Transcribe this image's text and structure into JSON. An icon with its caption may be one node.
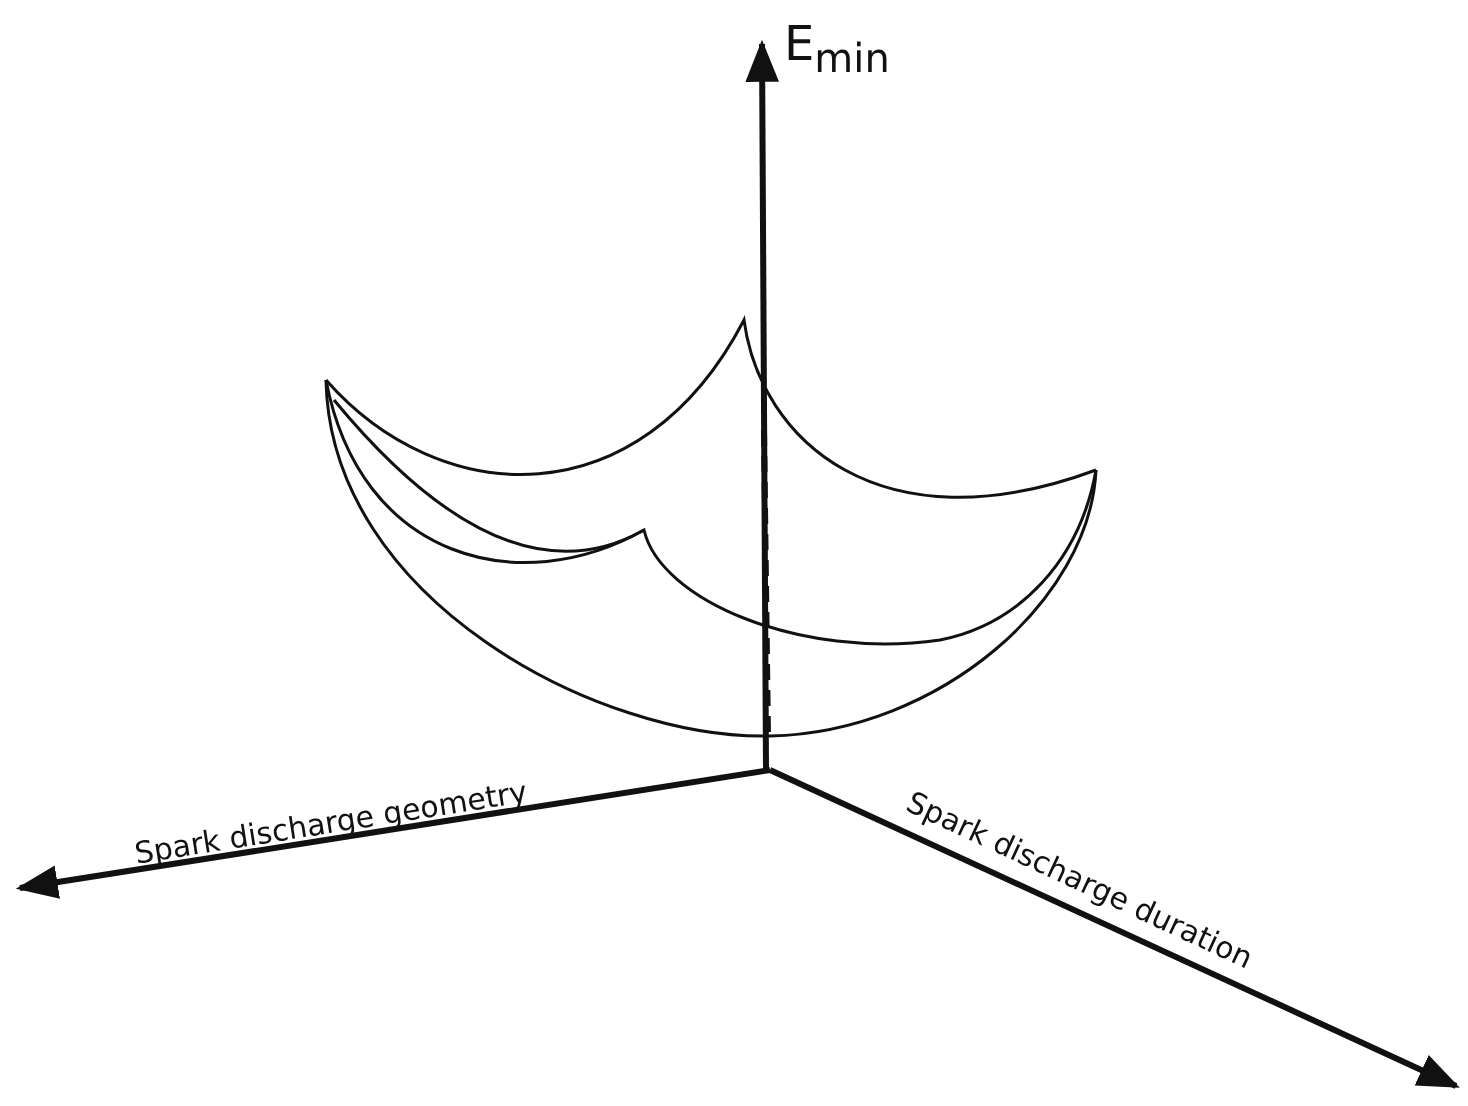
{
  "diagram": {
    "labels": [
      "E$_{min}$",
      "Spark discharge geometry",
      "Spark discharge duration"
    ]
  }
}
